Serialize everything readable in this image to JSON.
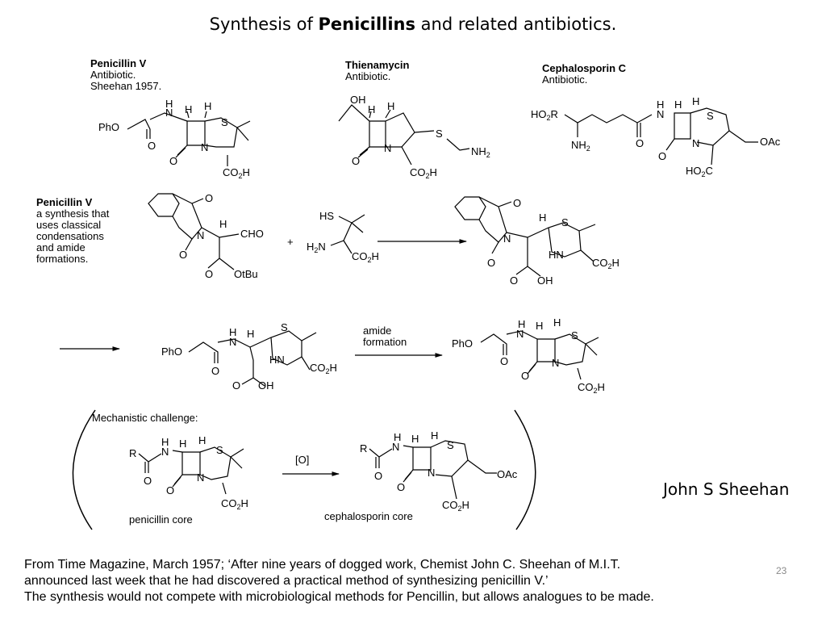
{
  "title": {
    "prefix": "Synthesis of ",
    "bold": "Penicillins",
    "suffix": " and related antibiotics."
  },
  "compounds": {
    "penicillin_v": {
      "name": "Penicillin V",
      "desc1": "Antibiotic.",
      "desc2": "Sheehan 1957."
    },
    "thienamycin": {
      "name": "Thienamycin",
      "desc1": "Antibiotic."
    },
    "cephalosporin_c": {
      "name": "Cephalosporin C",
      "desc1": "Antibiotic."
    }
  },
  "synthesis": {
    "name": "Penicillin V",
    "lines": [
      "a synthesis that",
      "uses classical",
      "condensations",
      "and amide",
      "formations."
    ],
    "plus": "+",
    "amide_arrow_label": [
      "amide",
      "formation"
    ]
  },
  "mechanism": {
    "heading": "Mechanistic challenge:",
    "reagent": "[O]",
    "penicillin_core": "penicillin core",
    "cephalosporin_core": "cephalosporin core"
  },
  "author": "John S Sheehan",
  "quote": {
    "line1": "From Time Magazine, March 1957; ‘After nine years of dogged work, Chemist John C. Sheehan of M.I.T.",
    "line2": "announced last week that he had discovered a practical method of synthesizing penicillin V.’",
    "line3": "The synthesis would not compete with microbiological methods for Pencillin, but allows analogues to be made."
  },
  "page_number": "23",
  "atoms": {
    "h": "H",
    "n": "N",
    "s": "S",
    "o": "O",
    "oh": "OH",
    "hn": "HN",
    "ho": "HO",
    "h2n": "H",
    "pho": "PhO",
    "co2h": "CO",
    "sub2": "2",
    "nh2": "NH",
    "cho": "CHO",
    "otbu": "OtBu",
    "oac": "OAc",
    "hs": "HS",
    "r": "R"
  }
}
